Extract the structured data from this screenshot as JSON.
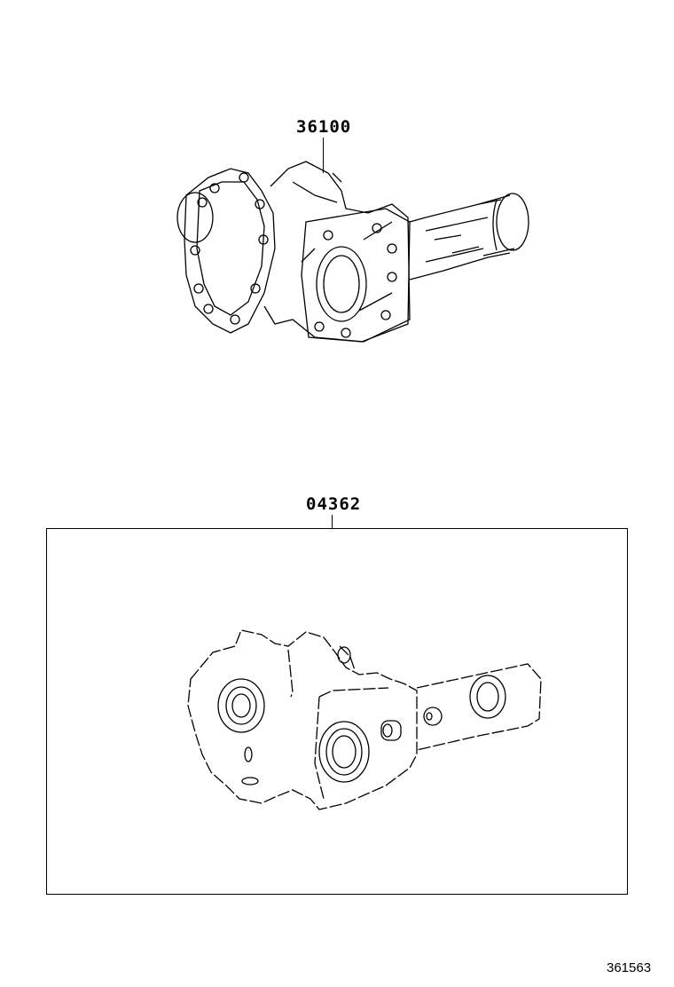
{
  "diagram": {
    "type": "parts-illustration",
    "parts": [
      {
        "part_number": "36100",
        "description": "front differential carrier assembly (illustration)"
      },
      {
        "part_number": "04362",
        "description": "differential case / carrier kit (boxed illustration)"
      }
    ],
    "illustration_code": "361563"
  }
}
